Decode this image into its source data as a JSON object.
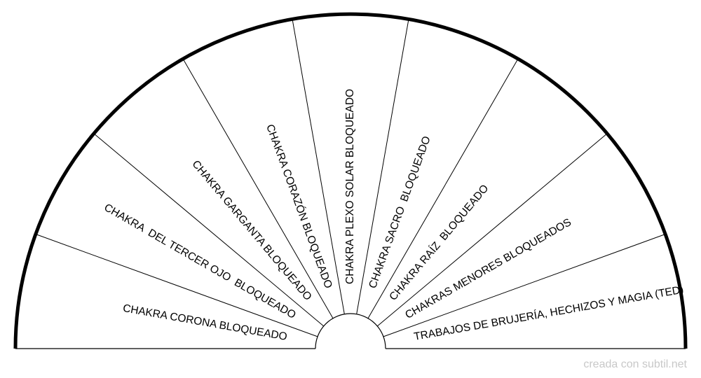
{
  "diagram": {
    "type": "semicircle-pendulum-chart",
    "sectors": [
      {
        "label": "CHAKRA CORONA BLOQUEADO"
      },
      {
        "label": "CHAKRA  DEL TERCER OJO  BLOQUEADO"
      },
      {
        "label": "CHAKRA GARGANTA BLOQUEADO"
      },
      {
        "label": "CHAKRA CORAZÓN BLOQUEADO"
      },
      {
        "label": "CHAKRA PLEXO SOLAR BLOQUEADO"
      },
      {
        "label": "CHAKRA SACRO  BLOQUEADO"
      },
      {
        "label": "CHAKRA RAÍZ  BLOQUEADO"
      },
      {
        "label": "CHAKRAS MENORES BLOQUEADOS"
      },
      {
        "label": "TRABAJOS DE BRUJERÍA, HECHIZOS Y MAGIA (TED)"
      }
    ],
    "colors": {
      "outline": "#000000",
      "background": "#ffffff",
      "watermark": "#c8c8c8"
    }
  },
  "footer": {
    "watermark": "creada con subtil.net"
  }
}
